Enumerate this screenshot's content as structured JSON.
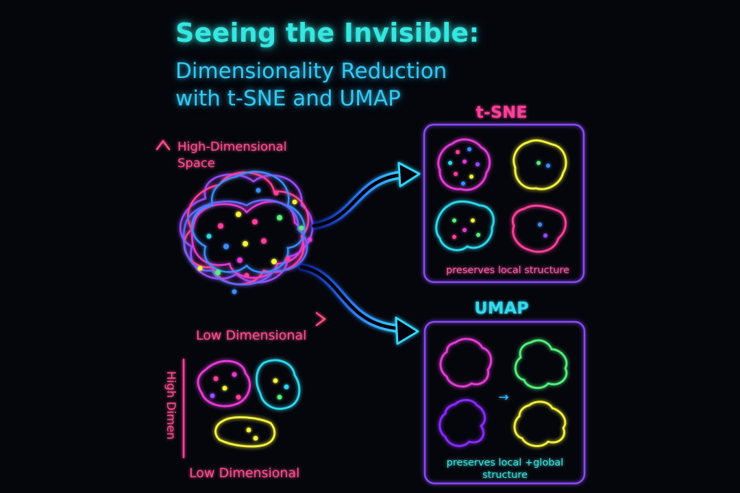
{
  "title": "Seeing the Invisible:",
  "subtitle_line1": "Dimensionality Reduction",
  "subtitle_line2": "with t-SNE and UMAP",
  "main_plot": {
    "y_label_line1": "High-Dimensional",
    "y_label_line2": "Space",
    "x_label": "Low Dimensional"
  },
  "small_plot": {
    "y_label": "High Dimen",
    "x_label": "Low Dimensional"
  },
  "tsne": {
    "heading": "t-SNE",
    "caption": "preserves local structure"
  },
  "umap": {
    "heading": "UMAP",
    "caption_line1": "preserves local +global",
    "caption_line2": "structure",
    "arrow_symbol": "→"
  },
  "colors": {
    "background": "#05060c",
    "title": "#36e6e0",
    "subtitle": "#35c8f2",
    "pink": "#ff3f9a",
    "magenta": "#e43ad6",
    "cyan": "#2fd8ee",
    "yellow": "#f4f23c",
    "green": "#52f07a",
    "purple": "#9a4bff",
    "blue": "#3a8dff",
    "panel_border": "#8b4bff"
  }
}
